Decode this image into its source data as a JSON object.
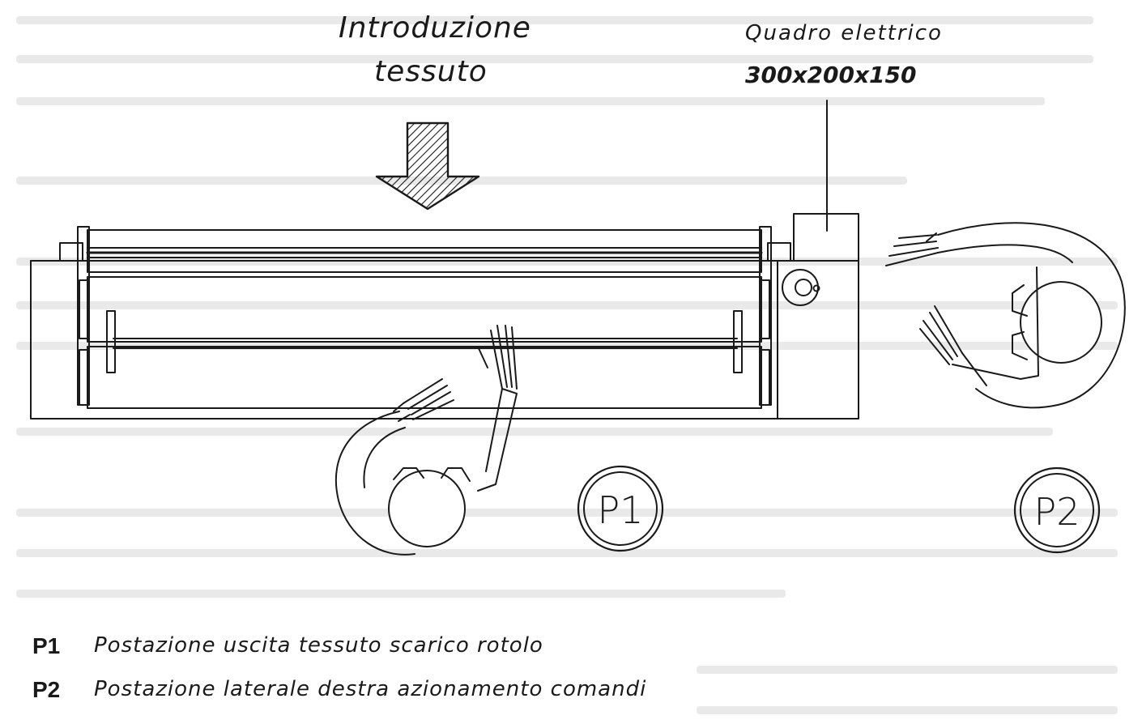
{
  "labels": {
    "intro_line1": "Introduzione",
    "intro_line2": "tessuto",
    "panel_title": "Quadro elettrico",
    "panel_size": "300x200x150"
  },
  "stations": {
    "p1": "P1",
    "p2": "P2"
  },
  "legend": [
    {
      "key": "P1",
      "text": "Postazione uscita tessuto scarico rotolo"
    },
    {
      "key": "P2",
      "text": "Postazione laterale destra azionamento comandi"
    }
  ],
  "icons": [
    "arrow-down-icon",
    "operator-icon",
    "control-knob-icon"
  ]
}
